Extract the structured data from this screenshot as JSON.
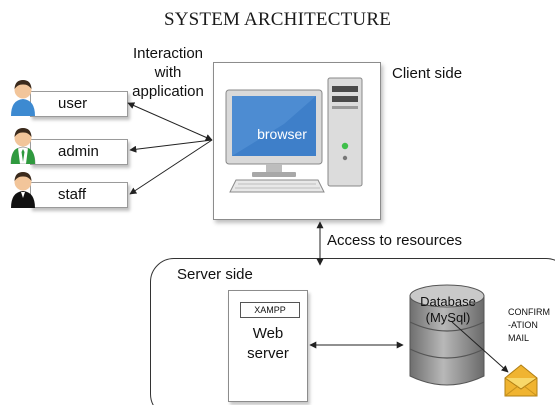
{
  "title": "SYSTEM ARCHITECTURE",
  "interaction": [
    "Interaction",
    "with",
    "application"
  ],
  "roles": [
    {
      "label": "user",
      "icon": "user-person-icon"
    },
    {
      "label": "admin",
      "icon": "admin-person-icon"
    },
    {
      "label": "staff",
      "icon": "staff-person-icon"
    }
  ],
  "client": {
    "label": "Client side",
    "browser_label": "browser"
  },
  "access_label": "Access to resources",
  "server": {
    "label": "Server side",
    "xampp_label": "XAMPP",
    "web_server_lines": [
      "Web",
      "server"
    ],
    "database_lines": [
      "Database",
      "(MySql)"
    ]
  },
  "confirmation": [
    "CONFIRM",
    "-ATION",
    "MAIL"
  ],
  "colors": {
    "user_shirt": "#3d8ad1",
    "admin_shirt": "#2f9a3e",
    "staff_shirt": "#111111",
    "skin": "#f2c59a",
    "hair": "#3b2a1c",
    "monitor_screen": "#3e7fc9",
    "db_cylinder": "#8d8d8d",
    "mail": "#f5c242"
  }
}
